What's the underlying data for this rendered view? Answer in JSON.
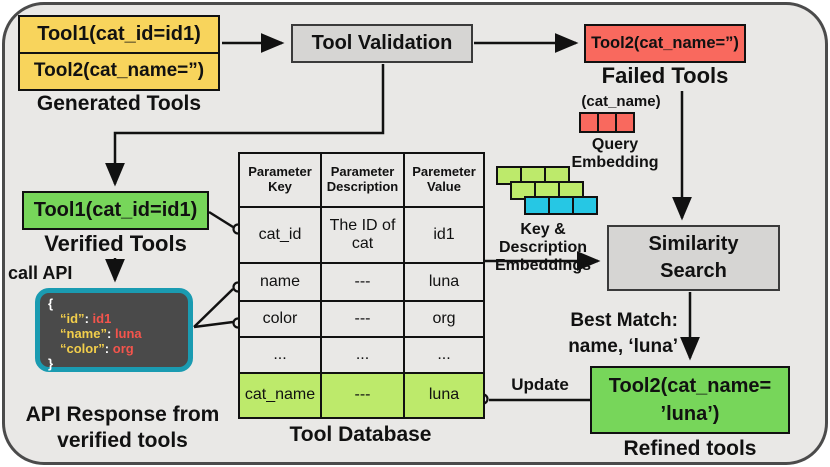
{
  "diagram_title": "Tool validation and refinement pipeline",
  "generated_tools": {
    "tool1": "Tool1(cat_id=id1)",
    "tool2": "Tool2(cat_name=”)",
    "label": "Generated Tools"
  },
  "tool_validation": {
    "label": "Tool Validation"
  },
  "failed_tools": {
    "box": "Tool2(cat_name=”)",
    "label": "Failed Tools"
  },
  "verified_tools": {
    "box": "Tool1(cat_id=id1)",
    "label": "Verified Tools"
  },
  "call_api_label": "call API",
  "api_response": {
    "open_brace": "{",
    "close_brace": "}",
    "lines": [
      {
        "key": "“id”",
        "colon": ":",
        "value": "id1"
      },
      {
        "key": "“name”",
        "colon": ":",
        "value": "luna"
      },
      {
        "key": "“color”",
        "colon": ":",
        "value": "org"
      }
    ],
    "caption_line1": "API Response from",
    "caption_line2": "verified tools"
  },
  "table": {
    "headers": [
      "Parameter Key",
      "Parameter Description",
      "Paremeter Value"
    ],
    "rows": [
      [
        "cat_id",
        "The ID of cat",
        "id1"
      ],
      [
        "name",
        "---",
        "luna"
      ],
      [
        "color",
        "---",
        "org"
      ],
      [
        "...",
        "...",
        "..."
      ],
      [
        "cat_name",
        "---",
        "luna"
      ]
    ],
    "caption": "Tool Database"
  },
  "query_embedding": {
    "param": "(cat_name)",
    "label": "Query Embedding"
  },
  "key_desc_embeddings": {
    "label_line1": "Key & Description",
    "label_line2": "Embeddings"
  },
  "similarity_search": {
    "label_line1": "Similarity",
    "label_line2": "Search"
  },
  "best_match": {
    "line1": "Best Match:",
    "line2": "name, ‘luna’"
  },
  "update_label": "Update",
  "refined_tools": {
    "box_line1": "Tool2(cat_name=",
    "box_line2": "’luna’)",
    "label": "Refined tools"
  },
  "colors": {
    "canvas_bg": "#E9E8E6",
    "generated_yellow": "#F8D45C",
    "failed_red": "#F9695E",
    "verified_green": "#77D65A",
    "highlight_green": "#BDEA6B",
    "embedding_cyan": "#26C7E4",
    "process_grey": "#D6D5D3",
    "code_bg": "#4A4A4A",
    "code_border_teal": "#1A9BB1",
    "code_key_yellow": "#F2CE4B",
    "code_value_red": "#F4544C"
  }
}
